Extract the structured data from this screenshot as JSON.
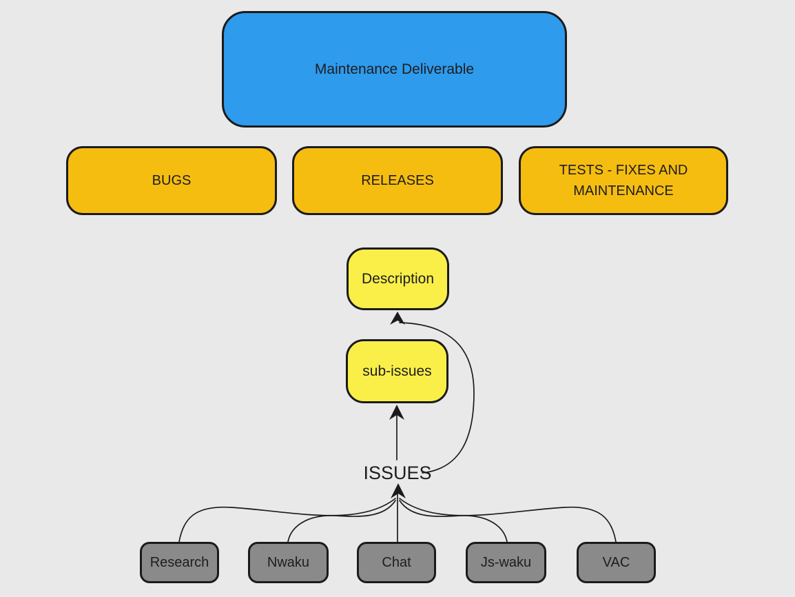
{
  "diagram": {
    "background_color": "#E9E9E9",
    "stroke_color": "#1b1b1b",
    "nodes": {
      "root": {
        "label": "Maintenance Deliverable",
        "fill": "#2E9BED"
      },
      "bugs": {
        "label": "BUGS",
        "fill": "#F6BD11"
      },
      "releases": {
        "label": "RELEASES",
        "fill": "#F6BD11"
      },
      "tests": {
        "label": "TESTS - FIXES AND MAINTENANCE",
        "fill": "#F6BD11"
      },
      "description": {
        "label": "Description",
        "fill": "#FAEF49"
      },
      "sub_issues": {
        "label": "sub-issues",
        "fill": "#FAEF49"
      },
      "issues": {
        "label": "ISSUES"
      },
      "research": {
        "label": "Research",
        "fill": "#8A8A8A"
      },
      "nwaku": {
        "label": "Nwaku",
        "fill": "#8A8A8A"
      },
      "chat": {
        "label": "Chat",
        "fill": "#8A8A8A"
      },
      "js_waku": {
        "label": "Js-waku",
        "fill": "#8A8A8A"
      },
      "vac": {
        "label": "VAC",
        "fill": "#8A8A8A"
      }
    },
    "edges": [
      {
        "from": "Research",
        "to": "ISSUES",
        "arrow": true
      },
      {
        "from": "Nwaku",
        "to": "ISSUES",
        "arrow": true
      },
      {
        "from": "Chat",
        "to": "ISSUES",
        "arrow": true
      },
      {
        "from": "Js-waku",
        "to": "ISSUES",
        "arrow": true
      },
      {
        "from": "VAC",
        "to": "ISSUES",
        "arrow": true
      },
      {
        "from": "ISSUES",
        "to": "sub-issues",
        "arrow": true
      },
      {
        "from": "ISSUES",
        "to": "Description",
        "arrow": true
      }
    ]
  }
}
